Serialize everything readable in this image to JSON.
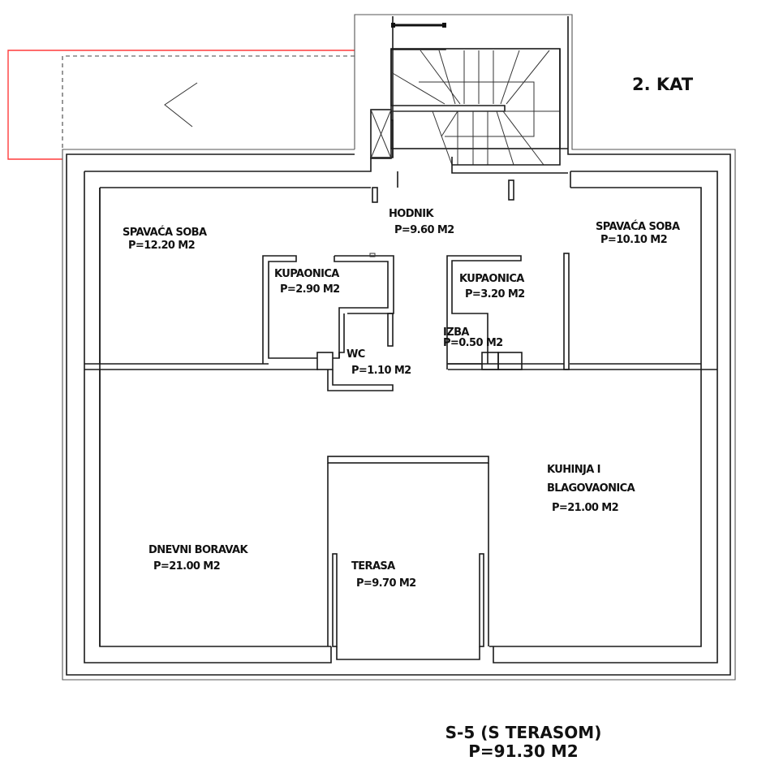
{
  "floor": {
    "title": "2. KAT"
  },
  "rooms": [
    {
      "id": "spavaca-soba-left",
      "name": "SPAVAĆA SOBA",
      "area": "P=12.20 M2"
    },
    {
      "id": "hodnik",
      "name": "HODNIK",
      "area": "P=9.60 M2"
    },
    {
      "id": "spavaca-soba-right",
      "name": "SPAVAĆA SOBA",
      "area": "P=10.10 M2"
    },
    {
      "id": "kupaonica-left",
      "name": "KUPAONICA",
      "area": "P=2.90 M2"
    },
    {
      "id": "kupaonica-right",
      "name": "KUPAONICA",
      "area": "P=3.20 M2"
    },
    {
      "id": "izba",
      "name": "IZBA",
      "area": "P=0.50 M2"
    },
    {
      "id": "wc",
      "name": "WC",
      "area": "P=1.10 M2"
    },
    {
      "id": "kuhinja",
      "name": "KUHINJA I",
      "name2": "BLAGOVAONICA",
      "area": "P=21.00 M2"
    },
    {
      "id": "dnevni-boravak",
      "name": "DNEVNI BORAVAK",
      "area": "P=21.00 M2"
    },
    {
      "id": "terasa",
      "name": "TERASA",
      "area": "P=9.70 M2"
    }
  ],
  "summary": {
    "unit": "S-5 (S TERASOM)",
    "total_area": "P=91.30 M2"
  },
  "colors": {
    "walls": "#1a1a1a",
    "boundary": "#ff3b3b",
    "background": "#ffffff"
  },
  "icons": {
    "direction_arrow": "chevron-left-icon",
    "staircase": "staircase-icon",
    "shaft": "shaft-cross-icon"
  }
}
